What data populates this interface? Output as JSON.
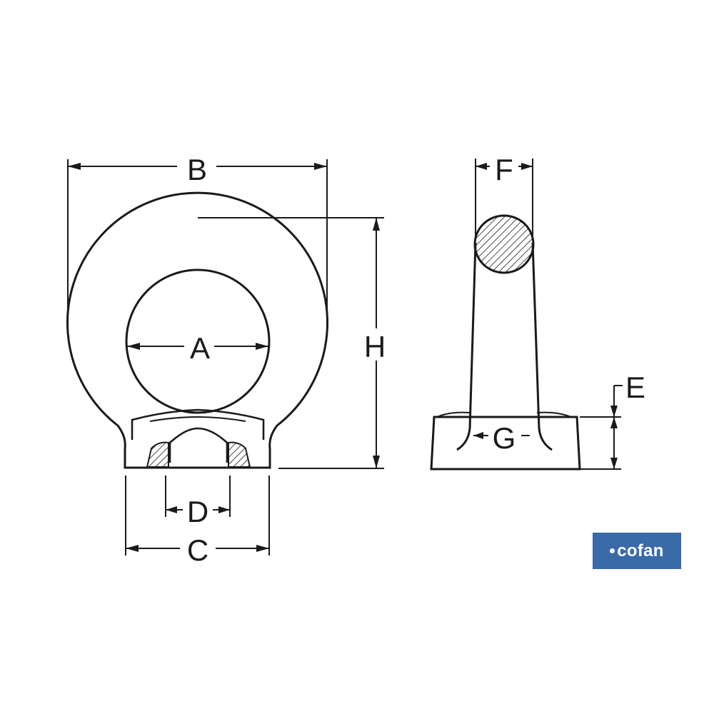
{
  "labels": {
    "a": "A",
    "b": "B",
    "c": "C",
    "d": "D",
    "e": "E",
    "f": "F",
    "g": "G",
    "h": "H"
  },
  "brand": {
    "name": "cofan",
    "color": "#3a6aa8"
  }
}
